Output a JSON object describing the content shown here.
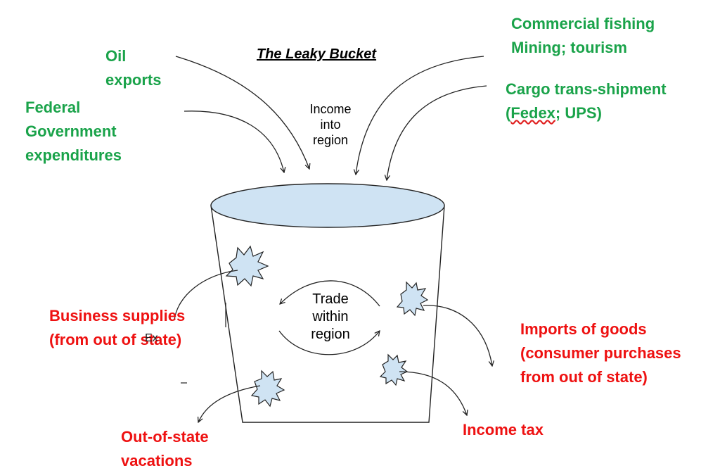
{
  "diagram": {
    "title": "The Leaky Bucket",
    "top_center_label": [
      "Income",
      "into",
      "region"
    ],
    "center_label": [
      "Trade",
      "within",
      "region"
    ],
    "stray_mark": "Ex",
    "inflows": {
      "oil": [
        "Oil",
        "exports"
      ],
      "federal": [
        "Federal",
        "Government",
        "expenditures"
      ],
      "commercial": [
        "Commercial fishing",
        "Mining; tourism"
      ],
      "cargo_line1": "Cargo trans-shipment",
      "cargo_line2_paren_open": "(",
      "cargo_line2_fedex": "Fedex",
      "cargo_line2_rest": "; UPS)"
    },
    "leaks": {
      "business": [
        "Business supplies",
        "(from out of state)"
      ],
      "imports": [
        "Imports of goods",
        "(consumer purchases",
        "from out of state)"
      ],
      "vacations": [
        "Out-of-state",
        "vacations"
      ],
      "income_tax": "Income tax"
    },
    "colors": {
      "inflow_text": "#1aa34a",
      "leak_text": "#ee1111",
      "water_fill": "#cfe3f3",
      "leak_fill": "#cfe3f3",
      "outline": "#222222"
    }
  }
}
